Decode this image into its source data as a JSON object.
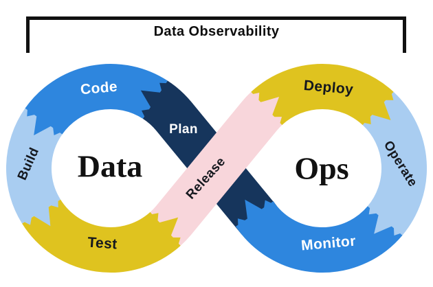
{
  "title": "Data Observability",
  "loops": {
    "left": "Data",
    "right": "Ops"
  },
  "segments": [
    {
      "id": "plan",
      "label": "Plan",
      "color": "#16355C"
    },
    {
      "id": "code",
      "label": "Code",
      "color": "#2E86DE"
    },
    {
      "id": "build",
      "label": "Build",
      "color": "#A9CDF1"
    },
    {
      "id": "test",
      "label": "Test",
      "color": "#DFC31F"
    },
    {
      "id": "release",
      "label": "Release",
      "color": "#F8D6DB"
    },
    {
      "id": "deploy",
      "label": "Deploy",
      "color": "#DFC31F"
    },
    {
      "id": "operate",
      "label": "Operate",
      "color": "#A9CDF1"
    },
    {
      "id": "monitor",
      "label": "Monitor",
      "color": "#2E86DE"
    }
  ],
  "flow_order": "Plan > Code > Build > Test > Release > Deploy > Operate > Monitor > Plan",
  "colors": {
    "background": "#FFFFFF",
    "bracket": "#111111",
    "label_dark": "#15181E",
    "label_light": "#FFFFFF",
    "center_text": "#111111"
  }
}
